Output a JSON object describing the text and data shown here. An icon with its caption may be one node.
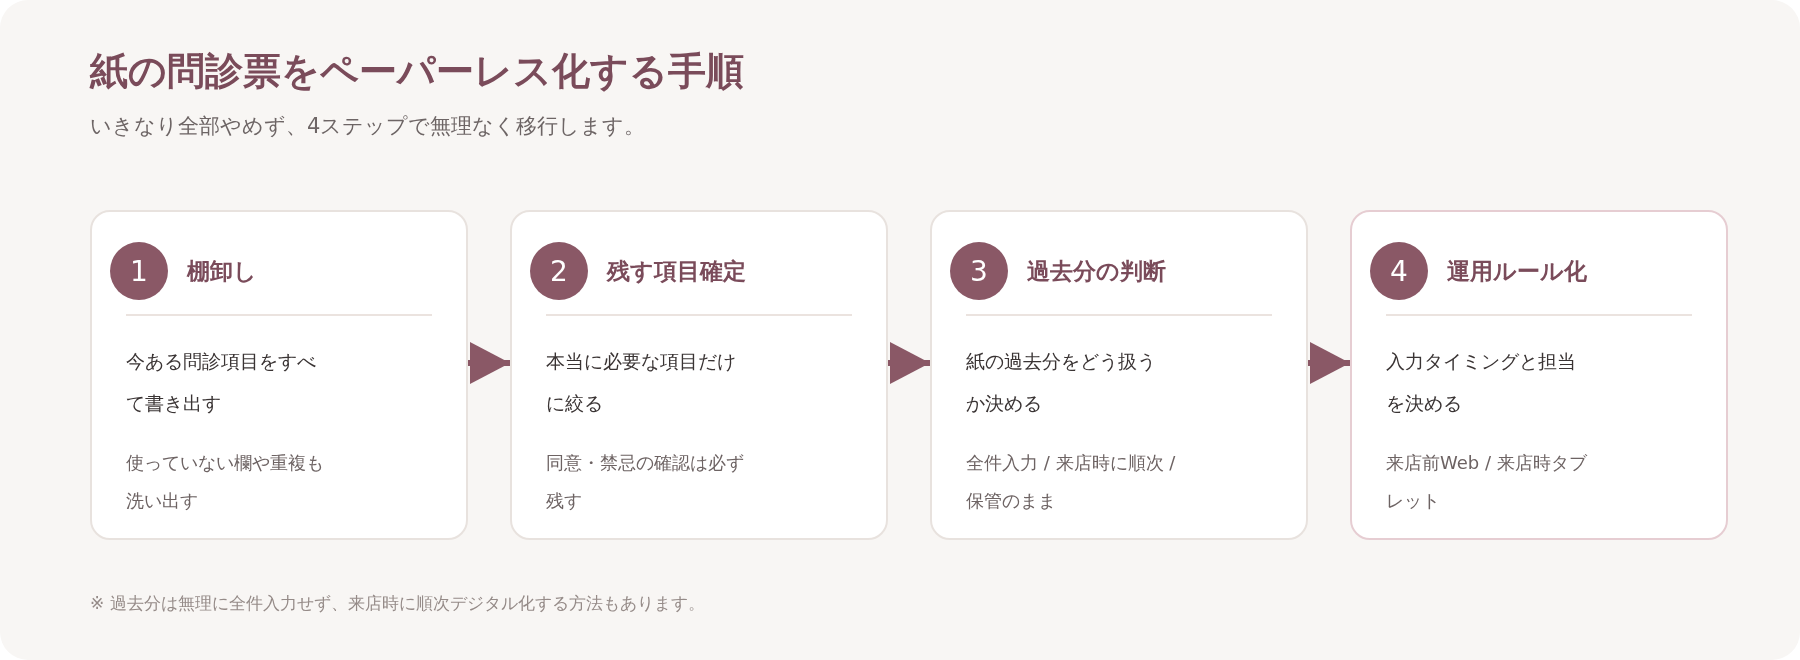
{
  "diagram": {
    "title": "紙の問診票をペーパーレス化する手順",
    "nodes": [
      {
        "text": [
          "1",
          "棚卸し",
          "今ある問診項目をすべて書き出す",
          "使っていない欄や重複も洗い出す"
        ]
      },
      {
        "text": [
          "2",
          "残す項目確定",
          "本当に必要な項目だけに絞る",
          "同意・禁忌の確認は必ず残す"
        ]
      },
      {
        "text": [
          "3",
          "過去分の判断",
          "紙の過去分をどう扱うか決める",
          "全件入力 / 来店時に順次 / 保管のまま"
        ]
      },
      {
        "text": [
          "4",
          "運用ルール化",
          "入力タイミングと担当を決める",
          "来店前Web / 来店時タブレット"
        ]
      }
    ],
    "edges": [
      {
        "from": 0,
        "to": 1,
        "arrow": "to"
      },
      {
        "from": 1,
        "to": 2,
        "arrow": "to"
      },
      {
        "from": 2,
        "to": 3,
        "arrow": "to"
      }
    ],
    "labels": [
      "いきなり全部やめず、4ステップで無理なく移行します。",
      "※ 過去分は無理に全件入力せず、来店時に順次デジタル化する方法もあります。"
    ]
  }
}
